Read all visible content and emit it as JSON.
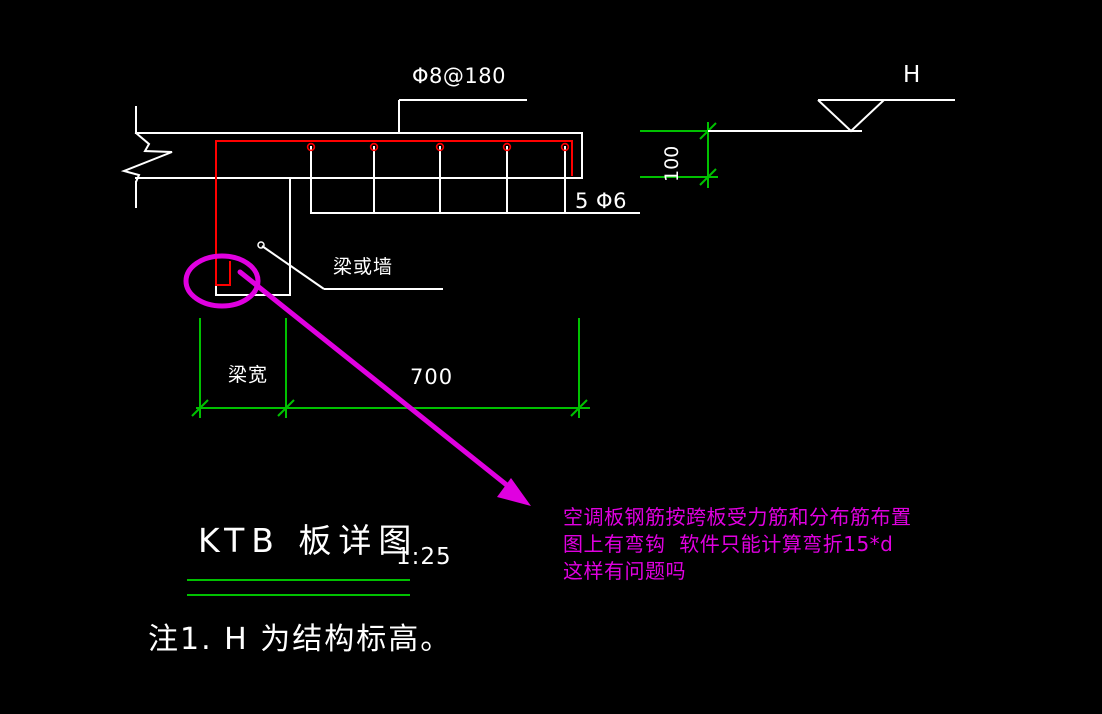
{
  "drawing": {
    "background_color": "#000000",
    "colors": {
      "geometry": "#ffffff",
      "rebar": "#ff0000",
      "dimension": "#00c000",
      "annotation": "#e000e0"
    },
    "title": "KTB 板详图",
    "scale": "1:25",
    "note": "注1. H 为结构标高。",
    "labels": {
      "top_rebar": "Φ8@180",
      "bottom_rebar": "5 Φ6",
      "support": "梁或墙",
      "elevation_mark": "H"
    },
    "dimensions": {
      "beam_width": "梁宽",
      "cantilever_length": "700",
      "slab_thickness": "100"
    }
  },
  "annotation": {
    "color": "#e000e0",
    "lines": [
      "空调板钢筋按跨板受力筋和分布筋布置",
      "图上有弯钩  软件只能计算弯折15*d",
      "这样有问题吗"
    ],
    "highlight_shape": "ellipse",
    "pointer_shape": "arrow"
  }
}
